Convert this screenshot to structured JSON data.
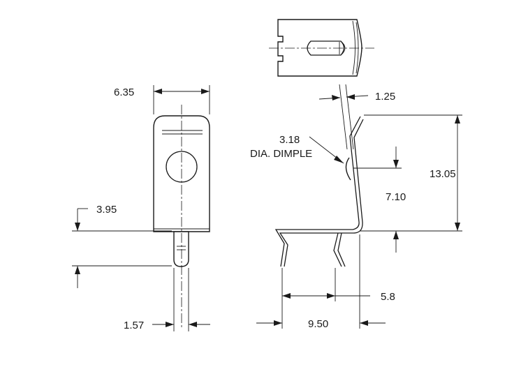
{
  "dimensions": {
    "width_tab": "6.35",
    "slot_from_bottom": "3.95",
    "pin_dia": "1.57",
    "thickness": "1.25",
    "dimple_dia": "3.18",
    "dimple_note": "DIA. DIMPLE",
    "overall_height": "13.05",
    "dimple_height": "7.10",
    "leg_spacing": "5.8",
    "base_length": "9.50"
  }
}
